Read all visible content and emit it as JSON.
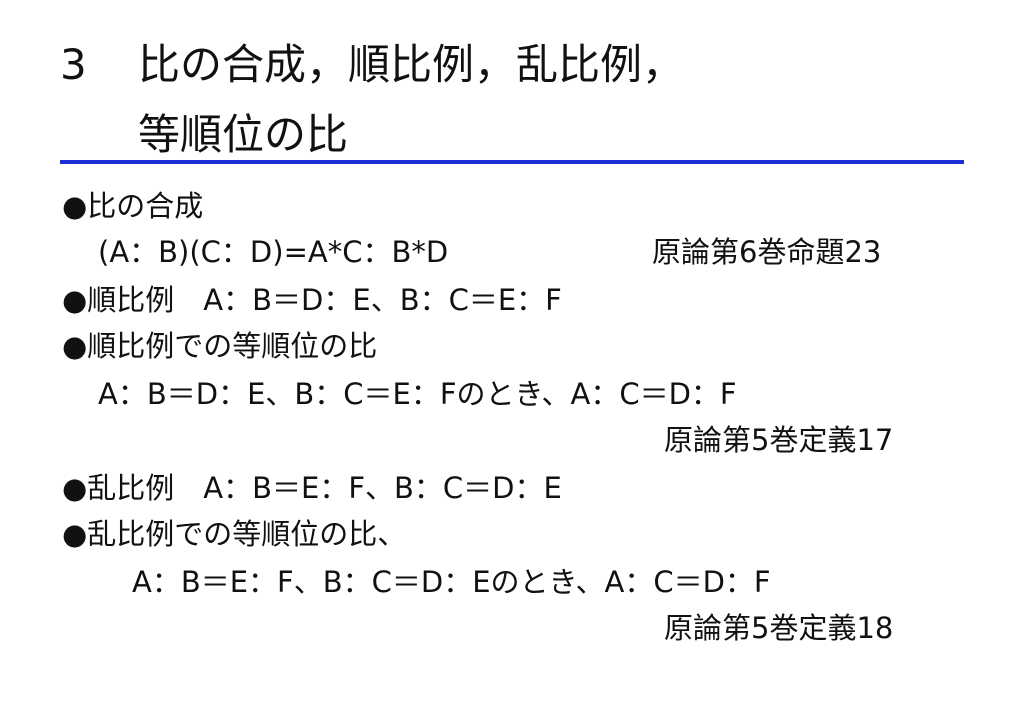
{
  "title": {
    "number": "3",
    "line1": "比の合成，順比例，乱比例，",
    "line2": "等順位の比"
  },
  "colors": {
    "rule": "#1c2fd6",
    "text": "#111111"
  },
  "items": [
    {
      "heading": "●比の合成",
      "formula": "(A：B)(C：D)=A*C：B*D",
      "reference": "原論第6巻命題23"
    },
    {
      "heading": "●順比例　A：B＝D：E、B：C＝E：F"
    },
    {
      "heading": "●順比例での等順位の比",
      "formula": "A：B＝D：E、B：C＝E：Fのとき、A：C＝D：F",
      "reference": "原論第5巻定義17"
    },
    {
      "heading": "●乱比例　A：B＝E：F、B：C＝D：E"
    },
    {
      "heading": "●乱比例での等順位の比、",
      "formula": "A：B＝E：F、B：C＝D：Eのとき、A：C＝D：F",
      "reference": "原論第5巻定義18"
    }
  ]
}
